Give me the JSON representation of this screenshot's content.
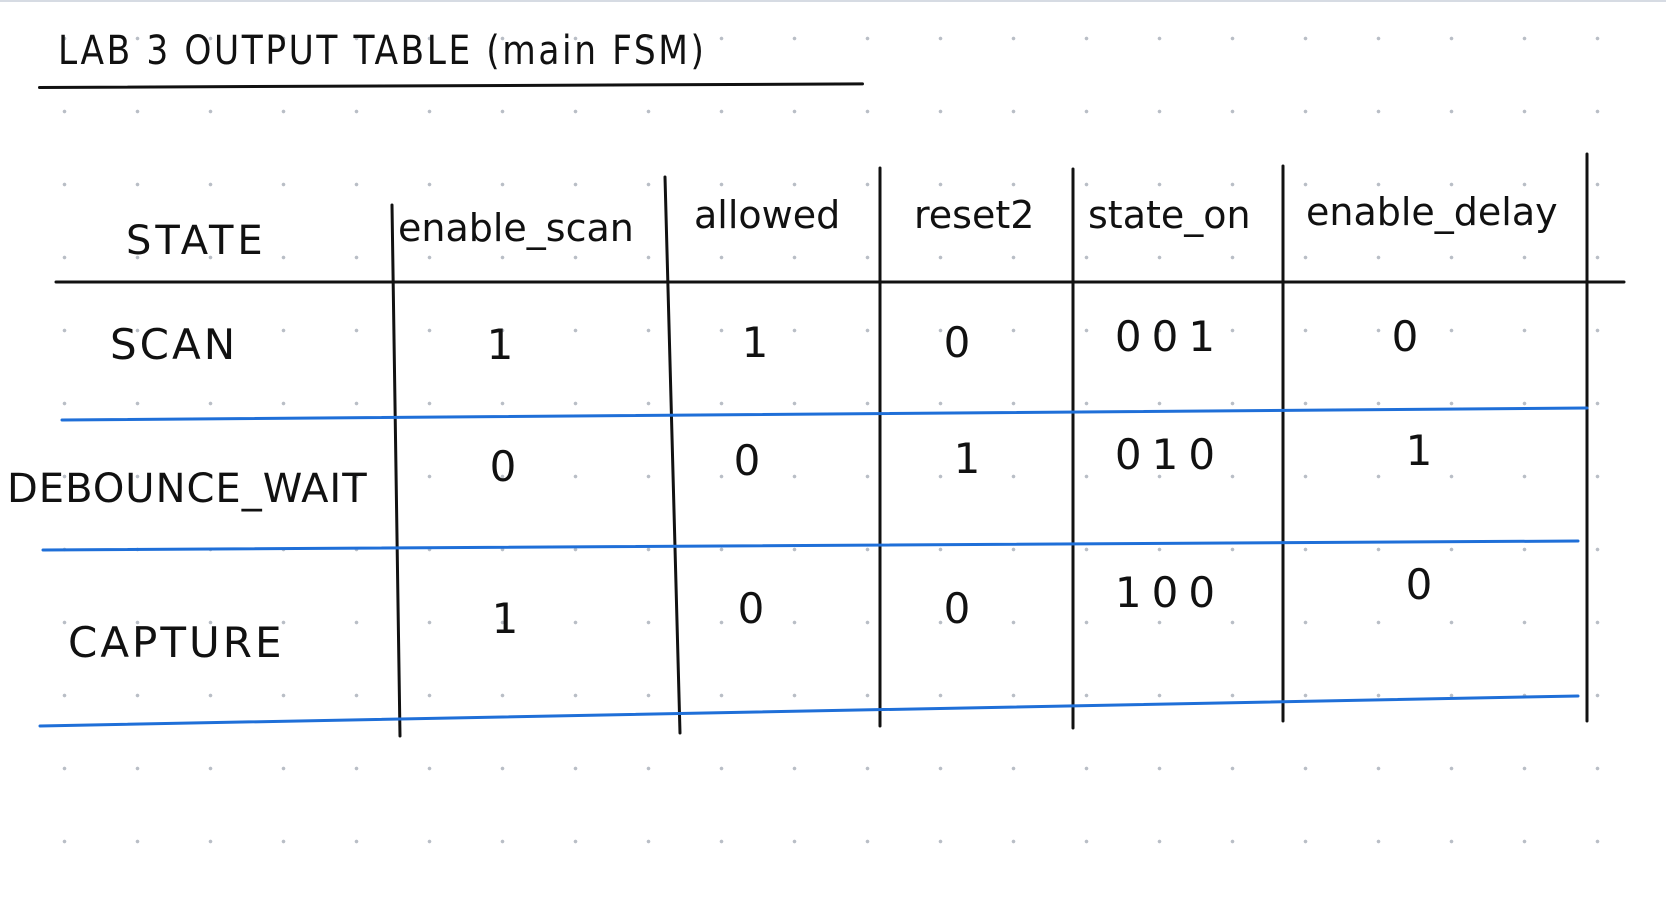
{
  "title": "LAB 3 OUTPUT TABLE (main FSM)",
  "table": {
    "columns": [
      "STATE",
      "enable_scan",
      "allowed",
      "reset2",
      "state_on",
      "enable_delay"
    ],
    "rows": [
      {
        "state": "SCAN",
        "enable_scan": "1",
        "allowed": "1",
        "reset2": "0",
        "state_on": "001",
        "enable_delay": "0"
      },
      {
        "state": "DEBOUNCE_WAIT",
        "enable_scan": "0",
        "allowed": "0",
        "reset2": "1",
        "state_on": "010",
        "enable_delay": "1"
      },
      {
        "state": "CAPTURE",
        "enable_scan": "1",
        "allowed": "0",
        "reset2": "0",
        "state_on": "100",
        "enable_delay": "0"
      }
    ]
  },
  "colors": {
    "ink": "#111111",
    "row_divider": "#1f6fd8",
    "dot_grid": "#b9bec6"
  }
}
